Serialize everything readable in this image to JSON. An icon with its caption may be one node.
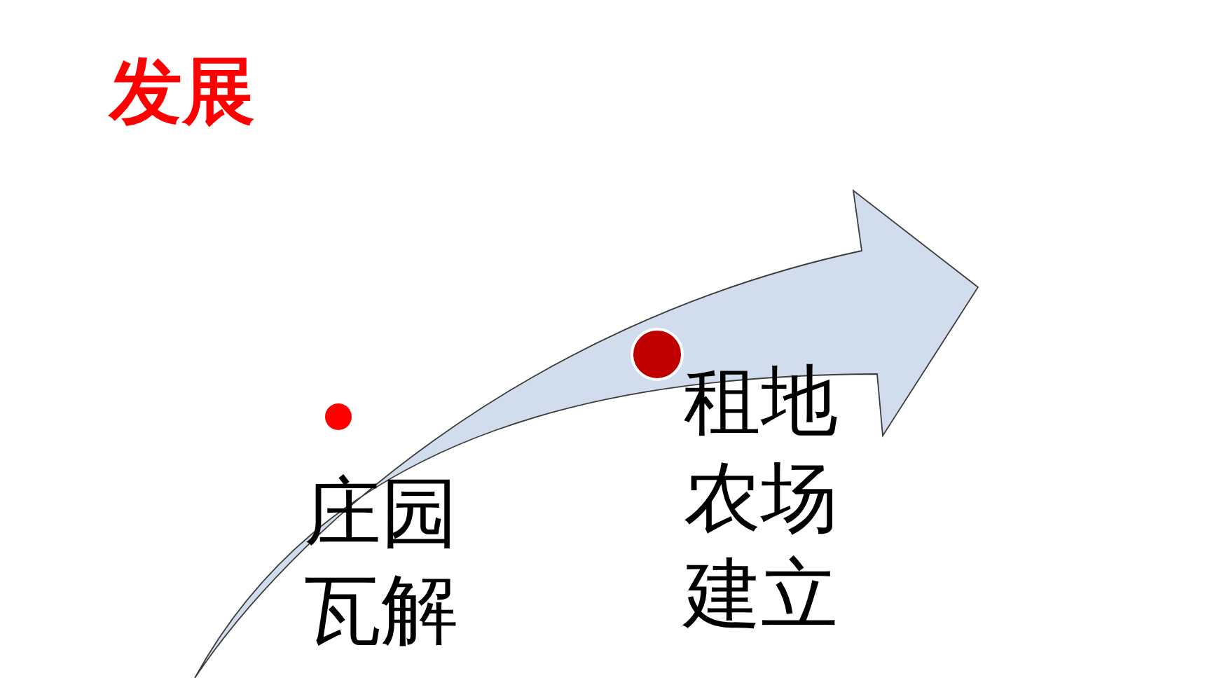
{
  "diagram": {
    "title": "发展",
    "labels": [
      "庄园瓦解",
      "租地农场建立"
    ]
  }
}
